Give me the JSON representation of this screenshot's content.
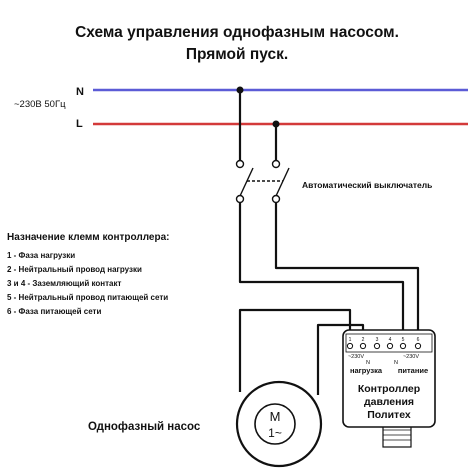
{
  "title": {
    "line1": "Схема управления однофазным насосом.",
    "line2": "Прямой пуск."
  },
  "supply": {
    "n_label": "N",
    "l_label": "L",
    "voltage": "~230В 50Гц",
    "n_color": "#5b5bd6",
    "l_color": "#d33a3a"
  },
  "breaker": {
    "label": "Автоматический выключатель"
  },
  "legend": {
    "heading": "Назначение клемм контроллера:",
    "items": [
      "1 - Фаза нагрузки",
      "2 - Нейтральный провод нагрузки",
      "3 и 4 - Заземляющий контакт",
      "5 - Нейтральный провод питающей сети",
      "6 - Фаза питающей сети"
    ]
  },
  "pump": {
    "label": "Однофазный насос",
    "symbol_line1": "М",
    "symbol_line2": "1~"
  },
  "controller": {
    "terminals": [
      "1",
      "2",
      "3",
      "4",
      "5",
      "6"
    ],
    "left_n": "N",
    "right_n": "N",
    "left_volt": "~230V",
    "right_volt": "~230V",
    "load_label": "нагрузка",
    "power_label": "питание",
    "name_line1": "Контроллер",
    "name_line2": "давления",
    "name_line3": "Политех"
  }
}
